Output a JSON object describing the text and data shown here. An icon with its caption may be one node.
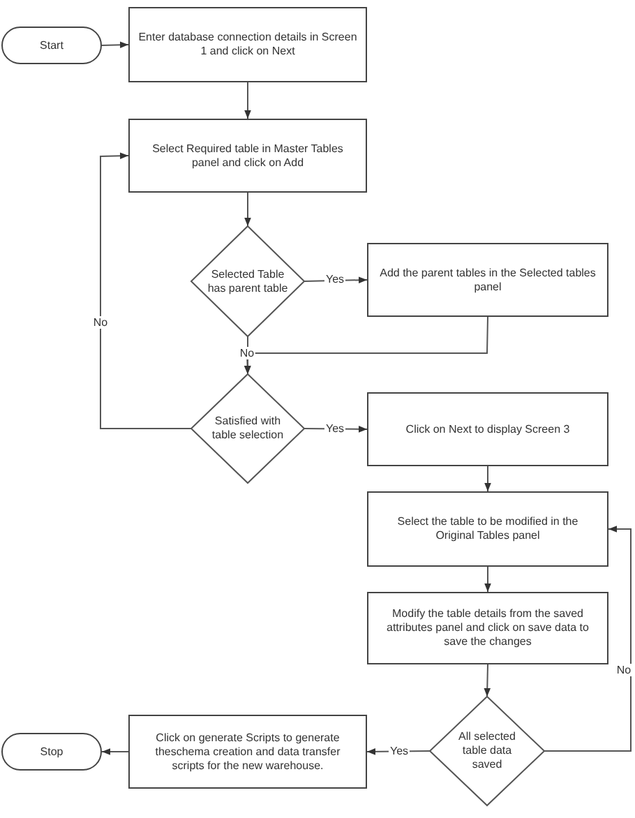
{
  "diagram": {
    "nodes": [
      {
        "text": [
          "Start"
        ]
      },
      {
        "text": [
          "Enter database connection details in Screen 1 and click on Next"
        ]
      },
      {
        "text": [
          "Select Required table in Master Tables panel and click on Add"
        ]
      },
      {
        "text": [
          "Selected Table has parent table"
        ]
      },
      {
        "text": [
          "Add the parent tables in the Selected tables panel"
        ]
      },
      {
        "text": [
          "Satisfied with table selection"
        ]
      },
      {
        "text": [
          "Click on Next to display Screen 3"
        ]
      },
      {
        "text": [
          "Select the table to be modified in the Original Tables panel"
        ]
      },
      {
        "text": [
          "Modify the table details from the saved attributes panel and click on save  data  to save the changes"
        ]
      },
      {
        "text": [
          "All selected table data saved"
        ]
      },
      {
        "text": [
          "Click on generate Scripts to generate theschema creation and data transfer scripts for the new warehouse."
        ]
      },
      {
        "text": [
          "Stop"
        ]
      }
    ],
    "edges": [
      {
        "from": 0,
        "to": 1,
        "arrow": "to"
      },
      {
        "from": 1,
        "to": 2,
        "arrow": "to"
      },
      {
        "from": 2,
        "to": 3,
        "arrow": "to"
      },
      {
        "from": 3,
        "to": 4,
        "arrow": "to",
        "label": "Yes"
      },
      {
        "from": 3,
        "to": 5,
        "arrow": "to",
        "label": "No"
      },
      {
        "from": 4,
        "to": 5,
        "arrow": "to"
      },
      {
        "from": 5,
        "to": 6,
        "arrow": "to",
        "label": "Yes"
      },
      {
        "from": 5,
        "to": 2,
        "arrow": "to",
        "label": "No"
      },
      {
        "from": 6,
        "to": 7,
        "arrow": "to"
      },
      {
        "from": 7,
        "to": 8,
        "arrow": "to"
      },
      {
        "from": 8,
        "to": 9,
        "arrow": "to"
      },
      {
        "from": 9,
        "to": 7,
        "arrow": "to",
        "label": "No"
      },
      {
        "from": 9,
        "to": 10,
        "arrow": "to",
        "label": "Yes"
      },
      {
        "from": 10,
        "to": 11,
        "arrow": "to"
      }
    ]
  }
}
